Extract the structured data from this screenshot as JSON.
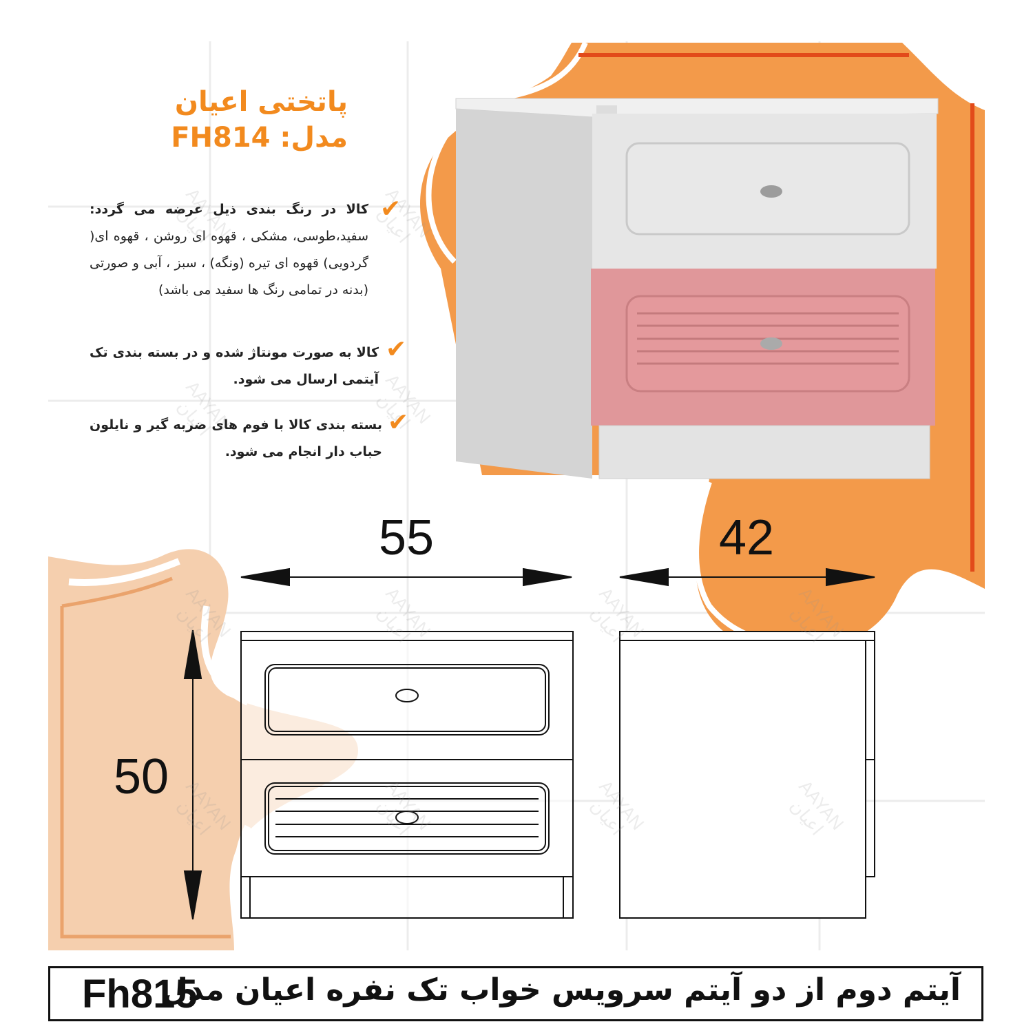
{
  "product": {
    "title_line1": "پاتختی اعیان",
    "title_line2": "مدل: FH814"
  },
  "features": [
    {
      "head": "کالا در رنگ بندی ذیل عرضه می گردد:",
      "body": "سفید،طوسی، مشکی ، قهوه ای روشن ، قهوه ای( گردویی) قهوه ای تیره (ونگه) ، سبز ، آبی و صورتی (بدنه در تمامی رنگ ها سفید می باشد)"
    },
    {
      "head": "کالا به صورت مونتاژ شده و در بسته بندی تک آیتمی ارسال می شود.",
      "body": ""
    },
    {
      "head": "بسته بندی کالا با فوم های ضربه گیر و نایلون حباب دار انجام می شود.",
      "body": ""
    }
  ],
  "check_icon": "✔",
  "dimensions": {
    "width": "55",
    "depth": "42",
    "height": "50"
  },
  "watermark": {
    "latin": "AAYAN",
    "farsi": "اعیان"
  },
  "footer": {
    "text": "آیتم دوم از دو آیتم سرویس خواب تک نفره اعیان مدل",
    "model": "Fh815"
  },
  "colors": {
    "accent": "#f28a1e",
    "blob": "#f39a4a",
    "peach": "#f5cfae",
    "drawer_pink": "#e0979a",
    "red_line": "#e24a1a"
  }
}
